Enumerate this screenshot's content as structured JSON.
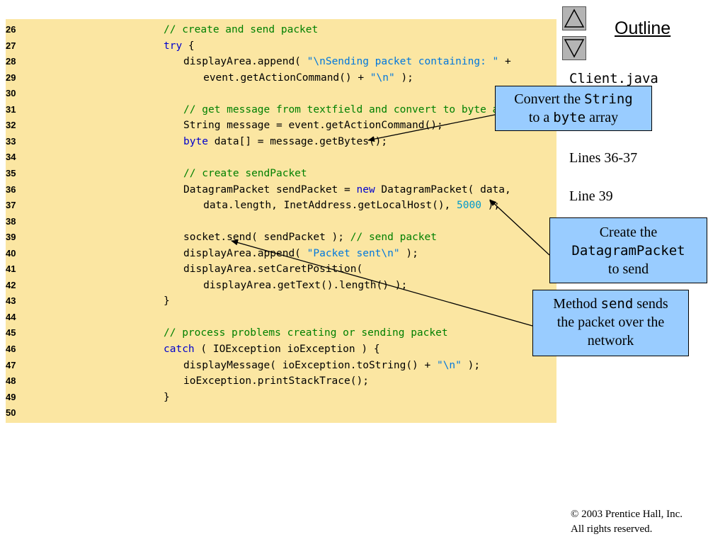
{
  "code_lines": [
    {
      "n": "26",
      "indent": 20,
      "tokens": [
        {
          "t": "// create and send packet",
          "c": "c"
        }
      ]
    },
    {
      "n": "27",
      "indent": 20,
      "tokens": [
        {
          "t": "try",
          "c": "k"
        },
        {
          "t": " {",
          "c": "p"
        }
      ]
    },
    {
      "n": "28",
      "indent": 23,
      "tokens": [
        {
          "t": "displayArea.append( ",
          "c": "p"
        },
        {
          "t": "\"\\nSending packet containing: \"",
          "c": "s"
        },
        {
          "t": " +",
          "c": "p"
        }
      ]
    },
    {
      "n": "29",
      "indent": 26,
      "tokens": [
        {
          "t": "event.getActionCommand() + ",
          "c": "p"
        },
        {
          "t": "\"\\n\"",
          "c": "s"
        },
        {
          "t": " );",
          "c": "p"
        }
      ]
    },
    {
      "n": "30",
      "indent": 0,
      "tokens": []
    },
    {
      "n": "31",
      "indent": 23,
      "tokens": [
        {
          "t": "// get message from textfield and convert to byte ar",
          "c": "c"
        }
      ]
    },
    {
      "n": "32",
      "indent": 23,
      "tokens": [
        {
          "t": "String message = event.getActionCommand();",
          "c": "p"
        }
      ]
    },
    {
      "n": "33",
      "indent": 23,
      "tokens": [
        {
          "t": "byte",
          "c": "k"
        },
        {
          "t": " data[] = message.getBytes();",
          "c": "p"
        }
      ]
    },
    {
      "n": "34",
      "indent": 0,
      "tokens": []
    },
    {
      "n": "35",
      "indent": 23,
      "tokens": [
        {
          "t": "// create sendPacket",
          "c": "c"
        }
      ]
    },
    {
      "n": "36",
      "indent": 23,
      "tokens": [
        {
          "t": "DatagramPacket sendPacket = ",
          "c": "p"
        },
        {
          "t": "new",
          "c": "k"
        },
        {
          "t": " DatagramPacket( data,",
          "c": "p"
        }
      ]
    },
    {
      "n": "37",
      "indent": 26,
      "tokens": [
        {
          "t": "data.length, InetAddress.getLocalHost(), ",
          "c": "p"
        },
        {
          "t": "5000",
          "c": "n"
        },
        {
          "t": " );",
          "c": "p"
        }
      ]
    },
    {
      "n": "38",
      "indent": 0,
      "tokens": []
    },
    {
      "n": "39",
      "indent": 23,
      "tokens": [
        {
          "t": "socket.send( sendPacket ); ",
          "c": "p"
        },
        {
          "t": "// send packet",
          "c": "c"
        }
      ]
    },
    {
      "n": "40",
      "indent": 23,
      "tokens": [
        {
          "t": "displayArea.append( ",
          "c": "p"
        },
        {
          "t": "\"Packet sent\\n\"",
          "c": "s"
        },
        {
          "t": " );",
          "c": "p"
        }
      ]
    },
    {
      "n": "41",
      "indent": 23,
      "tokens": [
        {
          "t": "displayArea.setCaretPosition(",
          "c": "p"
        }
      ]
    },
    {
      "n": "42",
      "indent": 26,
      "tokens": [
        {
          "t": "displayArea.getText().length() );",
          "c": "p"
        }
      ]
    },
    {
      "n": "43",
      "indent": 20,
      "tokens": [
        {
          "t": "}",
          "c": "p"
        }
      ]
    },
    {
      "n": "44",
      "indent": 0,
      "tokens": []
    },
    {
      "n": "45",
      "indent": 20,
      "tokens": [
        {
          "t": "// process problems creating or sending packet",
          "c": "c"
        }
      ]
    },
    {
      "n": "46",
      "indent": 20,
      "tokens": [
        {
          "t": "catch",
          "c": "k"
        },
        {
          "t": " ( IOException ioException ) {",
          "c": "p"
        }
      ]
    },
    {
      "n": "47",
      "indent": 23,
      "tokens": [
        {
          "t": "displayMessage( ioException.toString() + ",
          "c": "p"
        },
        {
          "t": "\"\\n\"",
          "c": "s"
        },
        {
          "t": " );",
          "c": "p"
        }
      ]
    },
    {
      "n": "48",
      "indent": 23,
      "tokens": [
        {
          "t": "ioException.printStackTrace();",
          "c": "p"
        }
      ]
    },
    {
      "n": "49",
      "indent": 20,
      "tokens": [
        {
          "t": "}",
          "c": "p"
        }
      ]
    },
    {
      "n": "50",
      "indent": 0,
      "tokens": []
    }
  ],
  "sidebar": {
    "outline_label": "Outline",
    "file_name": "Client.java",
    "lines_ref_1": "Lines 36-37",
    "lines_ref_2": "Line 39",
    "up_icon": "triangle-up-icon",
    "down_icon": "triangle-down-icon"
  },
  "callouts": {
    "c1": {
      "pre": "Convert the ",
      "mono1": "String",
      "mid": "to a ",
      "mono2": "byte",
      "post": " array"
    },
    "c2": {
      "line1": "Create the",
      "mono": "DatagramPacket",
      "line3": "to send"
    },
    "c3": {
      "pre": "Method ",
      "mono": "send",
      "post": " sends",
      "line2": "the packet over the",
      "line3": "network"
    }
  },
  "footer": {
    "copyright_symbol": "©",
    "copyright_text": " 2003 Prentice Hall, Inc.",
    "rights": "All rights reserved."
  },
  "colors": {
    "code_background": "#fbe6a2",
    "callout_background": "#99ccff",
    "keyword": "#0000cc",
    "string": "#0077dd",
    "comment": "#008000",
    "number": "#0099cc"
  }
}
